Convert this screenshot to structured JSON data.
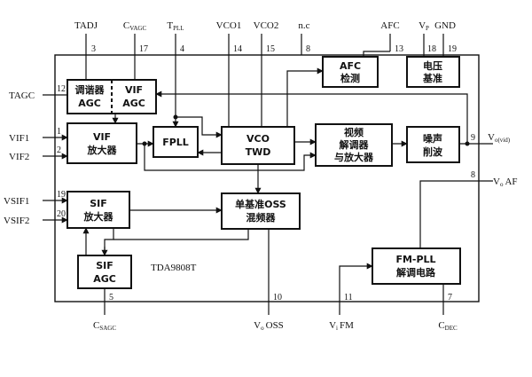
{
  "chip_name": "TDA9808T",
  "blocks": {
    "tuner_agc": [
      "调谐器",
      "AGC"
    ],
    "vif_agc": [
      "VIF",
      "AGC"
    ],
    "vif_amp": [
      "VIF",
      "放大器"
    ],
    "fpll": "FPLL",
    "vco": [
      "VCO",
      "TWD"
    ],
    "video_demod": [
      "视频",
      "解调器",
      "与放大器"
    ],
    "noise": [
      "噪声",
      "削波"
    ],
    "afc": [
      "AFC",
      "检测"
    ],
    "reg": [
      "电压",
      "基准"
    ],
    "sif_amp": [
      "SIF",
      "放大器"
    ],
    "oss_mixer": [
      "单基准OSS",
      "混频器"
    ],
    "sif_agc": [
      "SIF",
      "AGC"
    ],
    "fm_pll": [
      "FM-PLL",
      "解调电路"
    ]
  },
  "signals": {
    "tadj": "TADJ",
    "cvagc": {
      "main": "C",
      "sub": "VAGC"
    },
    "tpll": {
      "main": "T",
      "sub": "PLL"
    },
    "vco1": "VCO1",
    "vco2": "VCO2",
    "nc": "n.c",
    "afc": "AFC",
    "vp": {
      "main": "V",
      "sub": "P"
    },
    "gnd": "GND",
    "tagc": "TAGC",
    "vif1": "VIF1",
    "vif2": "VIF2",
    "vsif1": "VSIF1",
    "vsif2": "VSIF2",
    "vo_vid": {
      "main": "V",
      "sub": "o(vid)"
    },
    "vo_af": {
      "main": "V",
      "sub": "o",
      "tail": "AF"
    },
    "csagc": {
      "main": "C",
      "sub": "SAGC"
    },
    "vo_oss": {
      "main": "V",
      "sub": "o",
      "tail": "OSS"
    },
    "vi_fm": {
      "main": "V",
      "sub": "i",
      "tail": "FM"
    },
    "cdec": {
      "main": "C",
      "sub": "DEC"
    }
  },
  "pins": {
    "tadj": "3",
    "cvagc": "17",
    "tpll": "4",
    "vco1": "14",
    "vco2": "15",
    "nc": "8",
    "afc": "13",
    "vp": "18",
    "gnd": "19",
    "tagc": "12",
    "vif1": "1",
    "vif2": "2",
    "vsif1": "19",
    "vsif2": "20",
    "vo_vid": "9",
    "vo_af": "8",
    "csagc": "5",
    "vo_oss": "10",
    "vi_fm": "11",
    "cdec": "7"
  }
}
